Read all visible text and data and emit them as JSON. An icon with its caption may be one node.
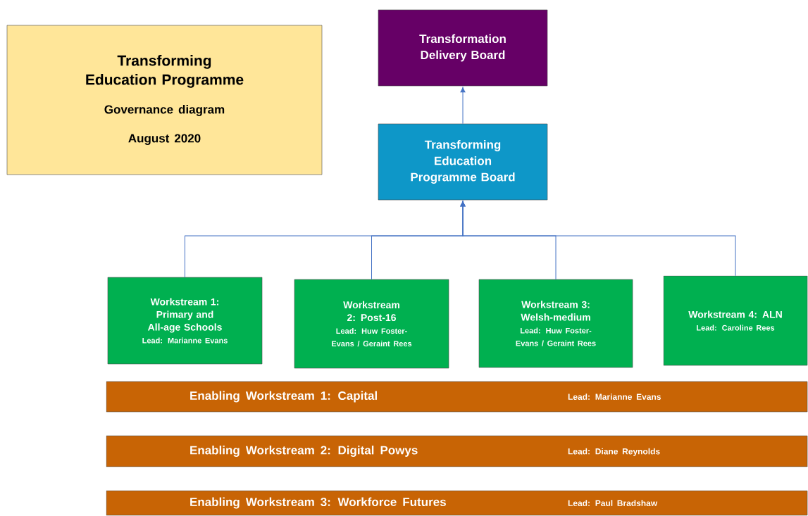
{
  "diagram": {
    "nodes": [
      {
        "text": [
          "Transforming Education Programme",
          "Governance diagram",
          "August 2020"
        ]
      },
      {
        "text": [
          "Transformation Delivery Board"
        ]
      },
      {
        "text": [
          "Transforming Education Programme Board"
        ]
      },
      {
        "text": [
          "Workstream 1: Primary and All-age Schools",
          "Lead: Marianne Evans"
        ]
      },
      {
        "text": [
          "Workstream 2: Post-16",
          "Lead: Huw Foster-Evans / Geraint Rees"
        ]
      },
      {
        "text": [
          "Workstream 3: Welsh-medium",
          "Lead: Huw Foster-Evans / Geraint Rees"
        ]
      },
      {
        "text": [
          "Workstream 4: ALN",
          "Lead: Caroline Rees"
        ]
      },
      {
        "text": [
          "Enabling Workstream 1: Capital",
          "Lead: Marianne Evans"
        ]
      },
      {
        "text": [
          "Enabling Workstream 2: Digital Powys",
          "Lead: Diane Reynolds"
        ]
      },
      {
        "text": [
          "Enabling Workstream 3: Workforce Futures",
          "Lead: Paul Bradshaw"
        ]
      }
    ],
    "edges": [
      {
        "from": 2,
        "to": 1,
        "arrow": "to"
      },
      {
        "from": 3,
        "to": 2,
        "arrow": "to"
      },
      {
        "from": 4,
        "to": 2,
        "arrow": "to"
      },
      {
        "from": 5,
        "to": 2,
        "arrow": "to"
      },
      {
        "from": 6,
        "to": 2,
        "arrow": "to"
      }
    ]
  }
}
